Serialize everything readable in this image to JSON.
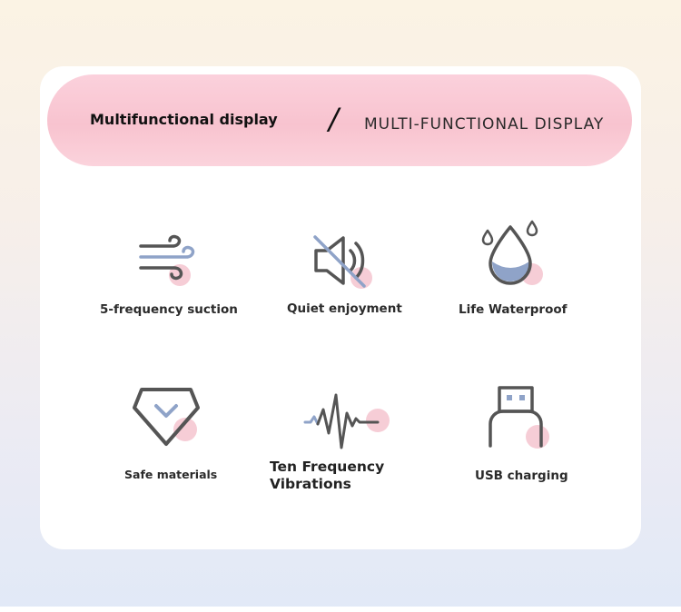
{
  "banner": {
    "title": "Multifunctional display",
    "separator": "/",
    "subtitle": "MULTI-FUNCTIONAL DISPLAY"
  },
  "features": [
    {
      "label": "5-frequency suction",
      "icon": "wind-icon"
    },
    {
      "label": "Quiet enjoyment",
      "icon": "speaker-muted-icon"
    },
    {
      "label": "Life Waterproof",
      "icon": "water-drop-icon"
    },
    {
      "label": "Safe materials",
      "icon": "diamond-icon"
    },
    {
      "label": "Ten Frequency Vibrations",
      "icon": "pulse-wave-icon"
    },
    {
      "label": "USB charging",
      "icon": "usb-plug-icon"
    }
  ],
  "colors": {
    "banner_pink": "#f8c3cf",
    "icon_stroke": "#555555",
    "icon_accent_blue": "#8fa3c8",
    "icon_accent_pink": "#f6cdd6"
  }
}
